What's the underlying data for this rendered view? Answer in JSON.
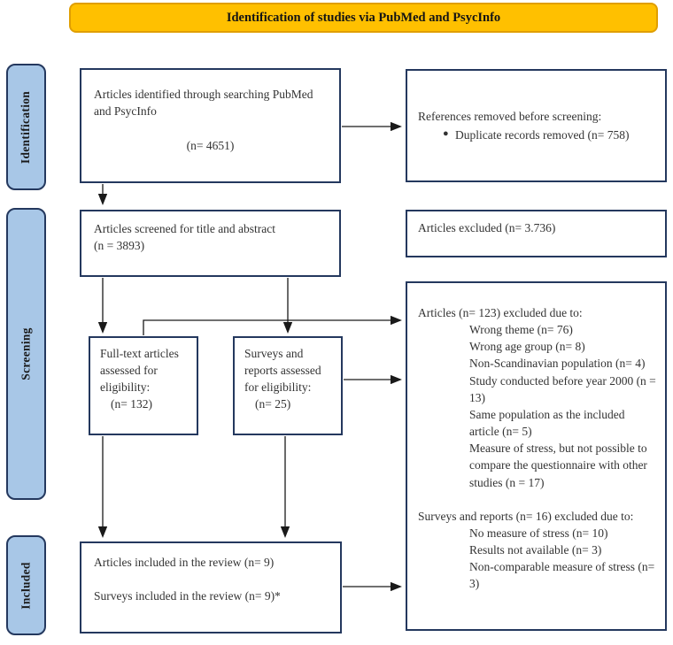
{
  "title": "Identification of studies via PubMed and PsycInfo",
  "colors": {
    "title_fill": "#FFC000",
    "title_border": "#E09E00",
    "stage_fill": "#A8C7E7",
    "box_border": "#24385E",
    "arrow": "#1a1a1a"
  },
  "stages": [
    {
      "label": "Identification"
    },
    {
      "label": "Screening"
    },
    {
      "label": "Included"
    }
  ],
  "boxes": {
    "identified": {
      "text": "Articles identified through searching PubMed and PsycInfo",
      "n": "(n= 4651)"
    },
    "references_removed": {
      "heading": "References removed before screening:",
      "bullet": "Duplicate records removed (n= 758)"
    },
    "screened": {
      "line1": "Articles screened for title and abstract",
      "line2": "(n = 3893)"
    },
    "excluded_title_abstract": {
      "text": "Articles excluded (n= 3.736)"
    },
    "fulltext_assessed": {
      "text": "Full-text articles assessed for eligibility:",
      "n": "(n= 132)"
    },
    "surveys_assessed": {
      "text": "Surveys and reports assessed for eligibility:",
      "n": "(n= 25)"
    },
    "exclusion_details": {
      "articles_heading": "Articles (n= 123) excluded due to:",
      "articles_reasons": [
        "Wrong theme (n= 76)",
        "Wrong age group (n= 8)",
        "Non-Scandinavian population (n= 4)",
        "Study conducted before year 2000 (n = 13)",
        "Same population as the included article (n= 5)",
        "Measure of stress, but not possible to compare the questionnaire with other studies (n = 17)"
      ],
      "surveys_heading": "Surveys and reports (n= 16) excluded due to:",
      "surveys_reasons": [
        "No measure of stress (n= 10)",
        "Results not available (n= 3)",
        "Non-comparable measure of stress (n= 3)"
      ]
    },
    "included": {
      "line1": "Articles included in the review (n= 9)",
      "line2": "Surveys included in the review (n= 9)*"
    }
  }
}
